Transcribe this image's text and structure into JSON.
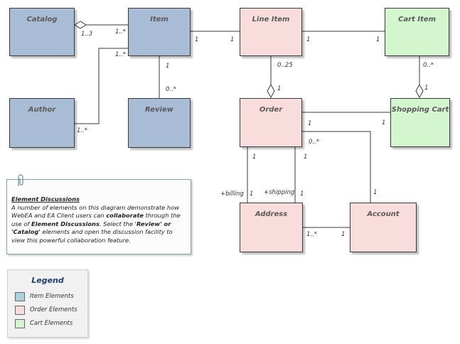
{
  "classes": {
    "catalog": "Catalog",
    "item": "Item",
    "line_item": "Line Item",
    "cart_item": "Cart Item",
    "author": "Author",
    "review": "Review",
    "order": "Order",
    "shopping_cart": "Shopping Cart",
    "address": "Address",
    "account": "Account"
  },
  "labels": {
    "catalog_item_src": "1..3",
    "catalog_item_dst": "1..*",
    "author_item_src": "1..*",
    "author_item_dst": "1..*",
    "item_review_src": "1",
    "item_review_dst": "0..*",
    "item_lineitem_src": "1",
    "item_lineitem_dst": "1",
    "lineitem_cartitem_src": "1",
    "lineitem_cartitem_dst": "1",
    "lineitem_order_src": "0..25",
    "lineitem_order_dst": "1",
    "cartitem_cart_src": "0..*",
    "cartitem_cart_dst": "1",
    "order_cart_src": "1",
    "order_cart_dst": "1",
    "order_account_src": "0..*",
    "order_account_dst": "1",
    "billing_top": "1",
    "billing_role": "+billing",
    "billing_bottom": "1",
    "shipping_top": "1",
    "shipping_role": "+shipping",
    "shipping_bottom": "1",
    "address_account_src": "1..*",
    "address_account_dst": "1"
  },
  "note": {
    "title": "Element Discussions",
    "text_1": "A number of elements on this diagram demonstrate how WebEA and EA Client users can ",
    "bold_1": "collaborate",
    "text_2": " through the use of ",
    "bold_2": "Element Discussions",
    "text_3": ".  Select the '",
    "bold_3": "Review' or 'Catalog'",
    "text_4": " elements and open the discussion facility to view this powerful collaboration feature."
  },
  "legend": {
    "title": "Legend",
    "items": [
      {
        "label": "Item Elements",
        "color": "#a9d3dc"
      },
      {
        "label": "Order Elements",
        "color": "#f9dcdc"
      },
      {
        "label": "Cart Elements",
        "color": "#d3f6cf"
      }
    ]
  },
  "colors": {
    "item_class": "#a9bcd6",
    "order_class": "#f9dcdc",
    "cart_class": "#d3f6cf",
    "connector": "#3a3a3a"
  }
}
